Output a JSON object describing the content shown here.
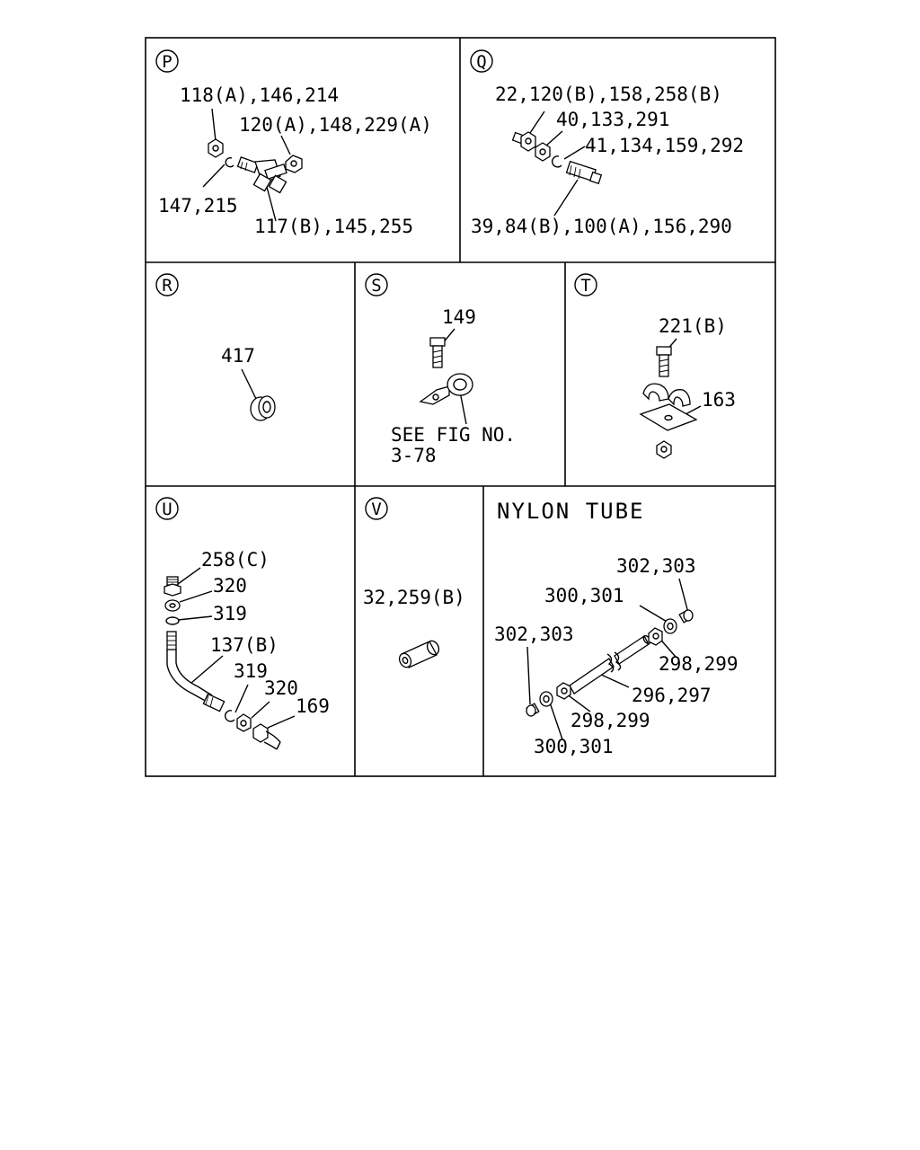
{
  "panels": {
    "p": {
      "letter": "P",
      "labels": [
        "118(A),146,214",
        "120(A),148,229(A)",
        "147,215",
        "117(B),145,255"
      ]
    },
    "q": {
      "letter": "Q",
      "labels": [
        "22,120(B),158,258(B)",
        "40,133,291",
        "41,134,159,292",
        "39,84(B),100(A),156,290"
      ]
    },
    "r": {
      "letter": "R",
      "labels": [
        "417"
      ]
    },
    "s": {
      "letter": "S",
      "labels": [
        "149",
        "SEE FIG NO.",
        "3-78"
      ]
    },
    "t": {
      "letter": "T",
      "labels": [
        "221(B)",
        "163"
      ]
    },
    "u": {
      "letter": "U",
      "labels": [
        "258(C)",
        "320",
        "319",
        "137(B)",
        "319",
        "320",
        "169"
      ]
    },
    "v": {
      "letter": "V",
      "labels": [
        "32,259(B)"
      ]
    },
    "nylon": {
      "title": "NYLON TUBE",
      "labels": [
        "302,303",
        "300,301",
        "302,303",
        "298,299",
        "296,297",
        "298,299",
        "300,301"
      ]
    }
  }
}
